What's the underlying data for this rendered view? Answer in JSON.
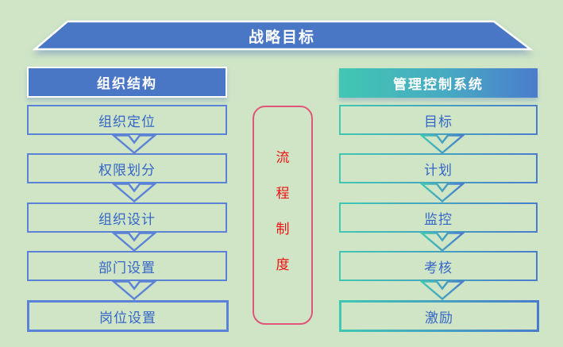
{
  "top_banner": {
    "label": "战略目标"
  },
  "left_column": {
    "header": "组织结构",
    "items": [
      "组织定位",
      "权限划分",
      "组织设计",
      "部门设置",
      "岗位设置"
    ]
  },
  "right_column": {
    "header": "管理控制系统",
    "items": [
      "目标",
      "计划",
      "监控",
      "考核",
      "激励"
    ]
  },
  "center_pill": {
    "label": "流程制度",
    "chars": [
      "流",
      "程",
      "制",
      "度"
    ]
  },
  "colors": {
    "background": "#cfe5c6",
    "banner_blue": "#4a76c6",
    "left_border_blue": "#5b82d6",
    "box_text_blue": "#3565c8",
    "gradient_teal": "#41c7b2",
    "gradient_blue": "#4a7ccd",
    "pill_border_red": "#e0567a",
    "pill_text_red": "#ee1111"
  }
}
